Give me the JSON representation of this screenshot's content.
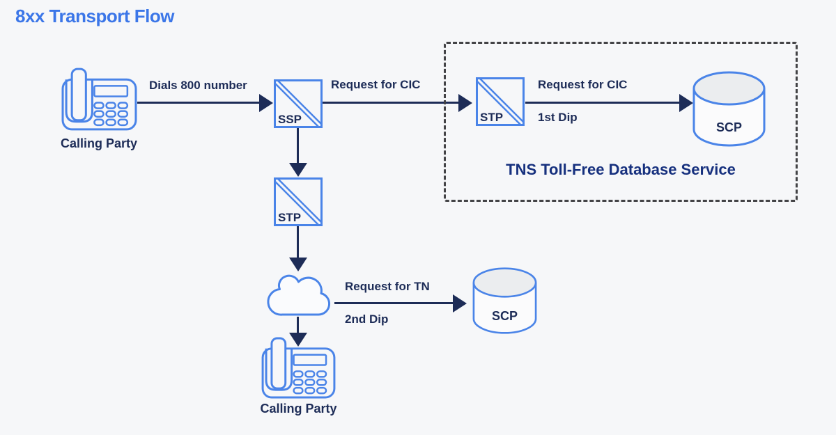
{
  "title": "8xx Transport Flow",
  "colors": {
    "background": "#f6f7f9",
    "title_blue": "#3b76e8",
    "navy": "#1d2c57",
    "icon_blue": "#4a84e8",
    "cylinder_top_fill": "#ebedef",
    "cylinder_body_fill": "#fbfbfc",
    "dashed_border": "#434346"
  },
  "nodes": {
    "calling_party_top": {
      "label": "Calling Party"
    },
    "ssp": {
      "label": "SSP"
    },
    "stp_tns": {
      "label": "STP"
    },
    "scp_tns": {
      "label": "SCP"
    },
    "stp_carrier": {
      "label": "STP"
    },
    "scp_routing": {
      "label": "SCP"
    },
    "calling_party_bottom": {
      "label": "Calling Party"
    }
  },
  "edges": {
    "dials_800": {
      "label": "Dials 800 number"
    },
    "request_cic_to_tns": {
      "label": "Request for CIC"
    },
    "request_cic_first_dip": {
      "label": "Request for CIC",
      "sublabel": "1st Dip"
    },
    "request_tn_second_dip": {
      "label": "Request for TN",
      "sublabel": "2nd Dip"
    }
  },
  "group": {
    "label": "TNS Toll-Free Database Service"
  }
}
